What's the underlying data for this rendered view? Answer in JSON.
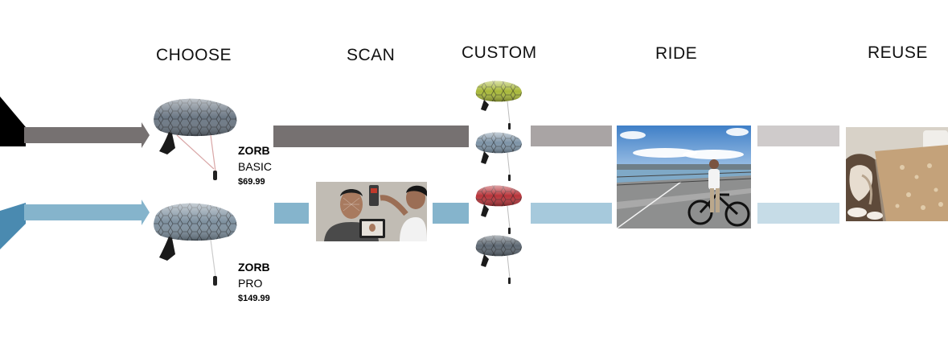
{
  "steps": [
    "CHOOSE",
    "SCAN",
    "CUSTOM",
    "RIDE",
    "REUSE"
  ],
  "products": [
    {
      "name": "ZORB",
      "tier": "BASIC",
      "price": "$69.99"
    },
    {
      "name": "ZORB",
      "tier": "PRO",
      "price": "$149.99"
    }
  ],
  "colors": {
    "top_track": "#767171",
    "top_track_light": "#a9a4a4",
    "top_track_lighter": "#cfcbcb",
    "bottom_track": "#85b4cc",
    "bottom_track_light": "#a6c9dc",
    "bottom_track_lighter": "#c6dce7",
    "edge_dark": "#000000",
    "edge_blue": "#4a8ab0"
  },
  "custom_helmet_colors": [
    "yellow-green",
    "blue-gray",
    "red",
    "dark-gray"
  ]
}
